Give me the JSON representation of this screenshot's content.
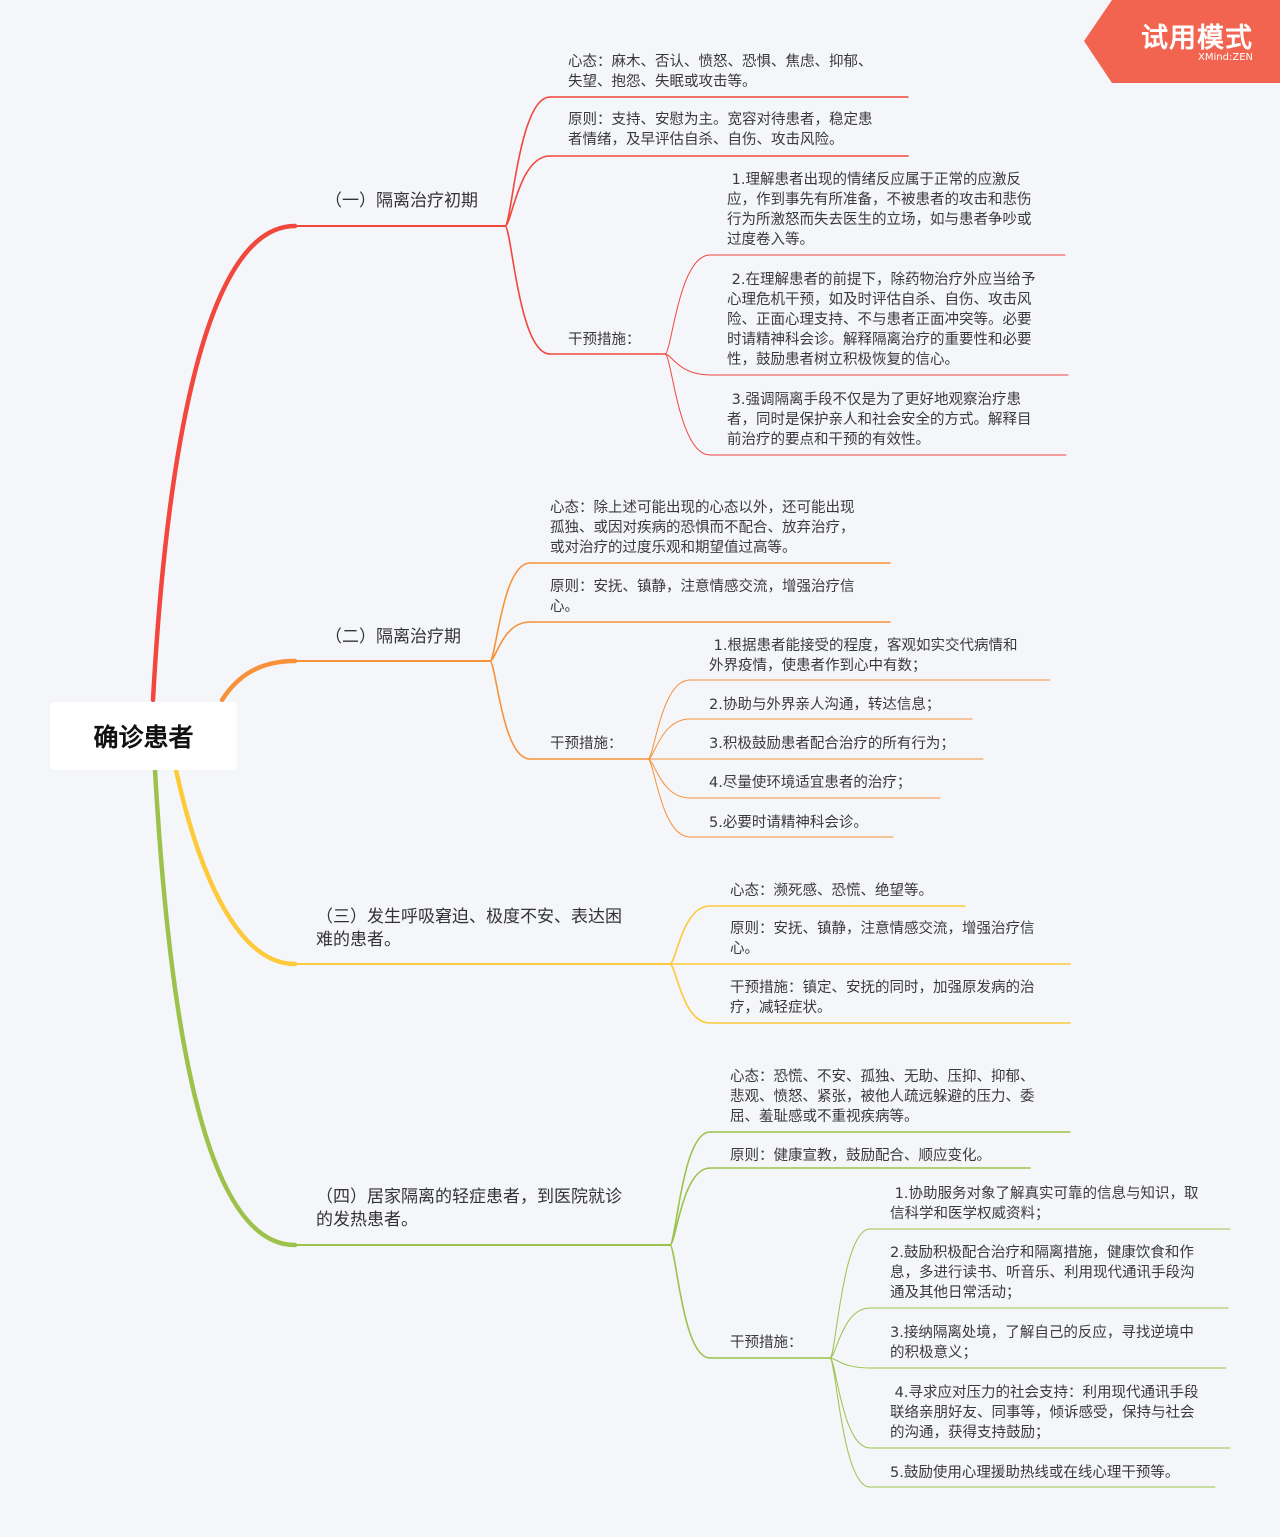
{
  "watermark": {
    "title": "试用模式",
    "brand": "XMind:ZEN"
  },
  "colors": {
    "branch1": "#f1473d",
    "branch2": "#f7923a",
    "branch3": "#fcca3b",
    "branch4": "#9dc24b",
    "badge": "#f2644f",
    "background": "#f5f6fa"
  },
  "root": "确诊患者",
  "branches": [
    {
      "label": "（一）隔离治疗初期",
      "mindset": "心态：麻木、否认、愤怒、恐惧、焦虑、抑郁、\n失望、抱怨、失眠或攻击等。",
      "principle": "原则：支持、安慰为主。宽容对待患者，稳定患\n者情绪，及早评估自杀、自伤、攻击风险。",
      "intervention": "干预措施：",
      "items": [
        " 1.理解患者出现的情绪反应属于正常的应激反\n应，作到事先有所准备，不被患者的攻击和悲伤\n行为所激怒而失去医生的立场，如与患者争吵或\n过度卷入等。",
        " 2.在理解患者的前提下，除药物治疗外应当给予\n心理危机干预，如及时评估自杀、自伤、攻击风\n险、正面心理支持、不与患者正面冲突等。必要\n时请精神科会诊。解释隔离治疗的重要性和必要\n性，鼓励患者树立积极恢复的信心。",
        " 3.强调隔离手段不仅是为了更好地观察治疗患\n者，同时是保护亲人和社会安全的方式。解释目\n前治疗的要点和干预的有效性。"
      ]
    },
    {
      "label": "（二）隔离治疗期",
      "mindset": "心态：除上述可能出现的心态以外，还可能出现\n孤独、或因对疾病的恐惧而不配合、放弃治疗，\n或对治疗的过度乐观和期望值过高等。",
      "principle": "原则：安抚、镇静，注意情感交流，增强治疗信\n心。",
      "intervention": "干预措施：",
      "items": [
        " 1.根据患者能接受的程度，客观如实交代病情和\n外界疫情，使患者作到心中有数；",
        "2.协助与外界亲人沟通，转达信息；",
        "3.积极鼓励患者配合治疗的所有行为；",
        "4.尽量使环境适宜患者的治疗；",
        "5.必要时请精神科会诊。"
      ]
    },
    {
      "label": "（三）发生呼吸窘迫、极度不安、表达困\n难的患者。",
      "mindset": "心态：濒死感、恐慌、绝望等。",
      "principle": "原则：安抚、镇静，注意情感交流，增强治疗信\n心。",
      "intervention": "干预措施：镇定、安抚的同时，加强原发病的治\n疗，减轻症状。"
    },
    {
      "label": "（四）居家隔离的轻症患者，到医院就诊\n的发热患者。",
      "mindset": "心态：恐慌、不安、孤独、无助、压抑、抑郁、\n悲观、愤怒、紧张，被他人疏远躲避的压力、委\n屈、羞耻感或不重视疾病等。",
      "principle": "原则：健康宣教，鼓励配合、顺应变化。",
      "intervention": "干预措施：",
      "items": [
        " 1.协助服务对象了解真实可靠的信息与知识，取\n信科学和医学权威资料；",
        "2.鼓励积极配合治疗和隔离措施，健康饮食和作\n息，多进行读书、听音乐、利用现代通讯手段沟\n通及其他日常活动；",
        "3.接纳隔离处境，了解自己的反应，寻找逆境中\n的积极意义；",
        " 4.寻求应对压力的社会支持：利用现代通讯手段\n联络亲朋好友、同事等，倾诉感受，保持与社会\n的沟通，获得支持鼓励；",
        "5.鼓励使用心理援助热线或在线心理干预等。"
      ]
    }
  ]
}
